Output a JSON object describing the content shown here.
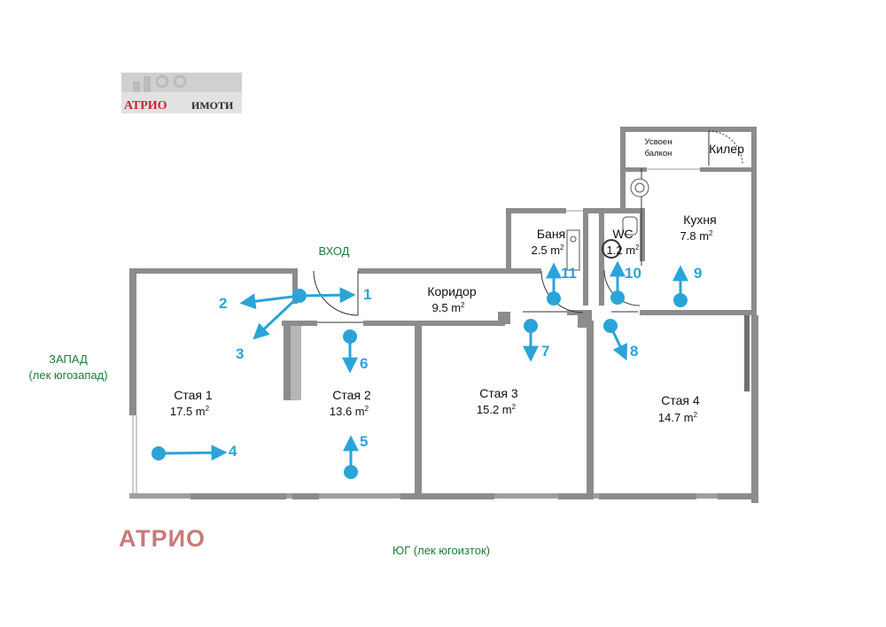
{
  "logo": {
    "brand": "АТРИО",
    "suffix": "ИМОТИ"
  },
  "watermark": "АТРИО",
  "compass": {
    "entrance": "ВХОД",
    "west_line1": "ЗАПАД",
    "west_line2": "(лек югозапад)",
    "south": "ЮГ (лек югоизток)"
  },
  "rooms": {
    "room1": {
      "name": "Стая 1",
      "area": "17.5 m",
      "unit_sup": "2"
    },
    "room2": {
      "name": "Стая 2",
      "area": "13.6 m",
      "unit_sup": "2"
    },
    "room3": {
      "name": "Стая 3",
      "area": "15.2 m",
      "unit_sup": "2"
    },
    "room4": {
      "name": "Стая 4",
      "area": "14.7 m",
      "unit_sup": "2"
    },
    "corridor": {
      "name": "Коридор",
      "area": "9.5 m",
      "unit_sup": "2"
    },
    "bath": {
      "name": "Баня",
      "area": "2.5 m",
      "unit_sup": "2"
    },
    "wc": {
      "name": "WC",
      "area": "1.2 m",
      "unit_sup": "2"
    },
    "kitchen": {
      "name": "Кухня",
      "area": "7.8 m",
      "unit_sup": "2"
    },
    "balcony": {
      "line1": "Усвоен",
      "line2": "балкон"
    },
    "pantry": {
      "name": "Килер"
    }
  },
  "markers": [
    "1",
    "2",
    "3",
    "4",
    "5",
    "6",
    "7",
    "8",
    "9",
    "10",
    "11"
  ],
  "colors": {
    "wall": "#8c8c8c",
    "marker": "#2aa4d8",
    "compass": "#1e7b3a",
    "watermark": "#c97b78",
    "logo_red": "#c8262c"
  }
}
